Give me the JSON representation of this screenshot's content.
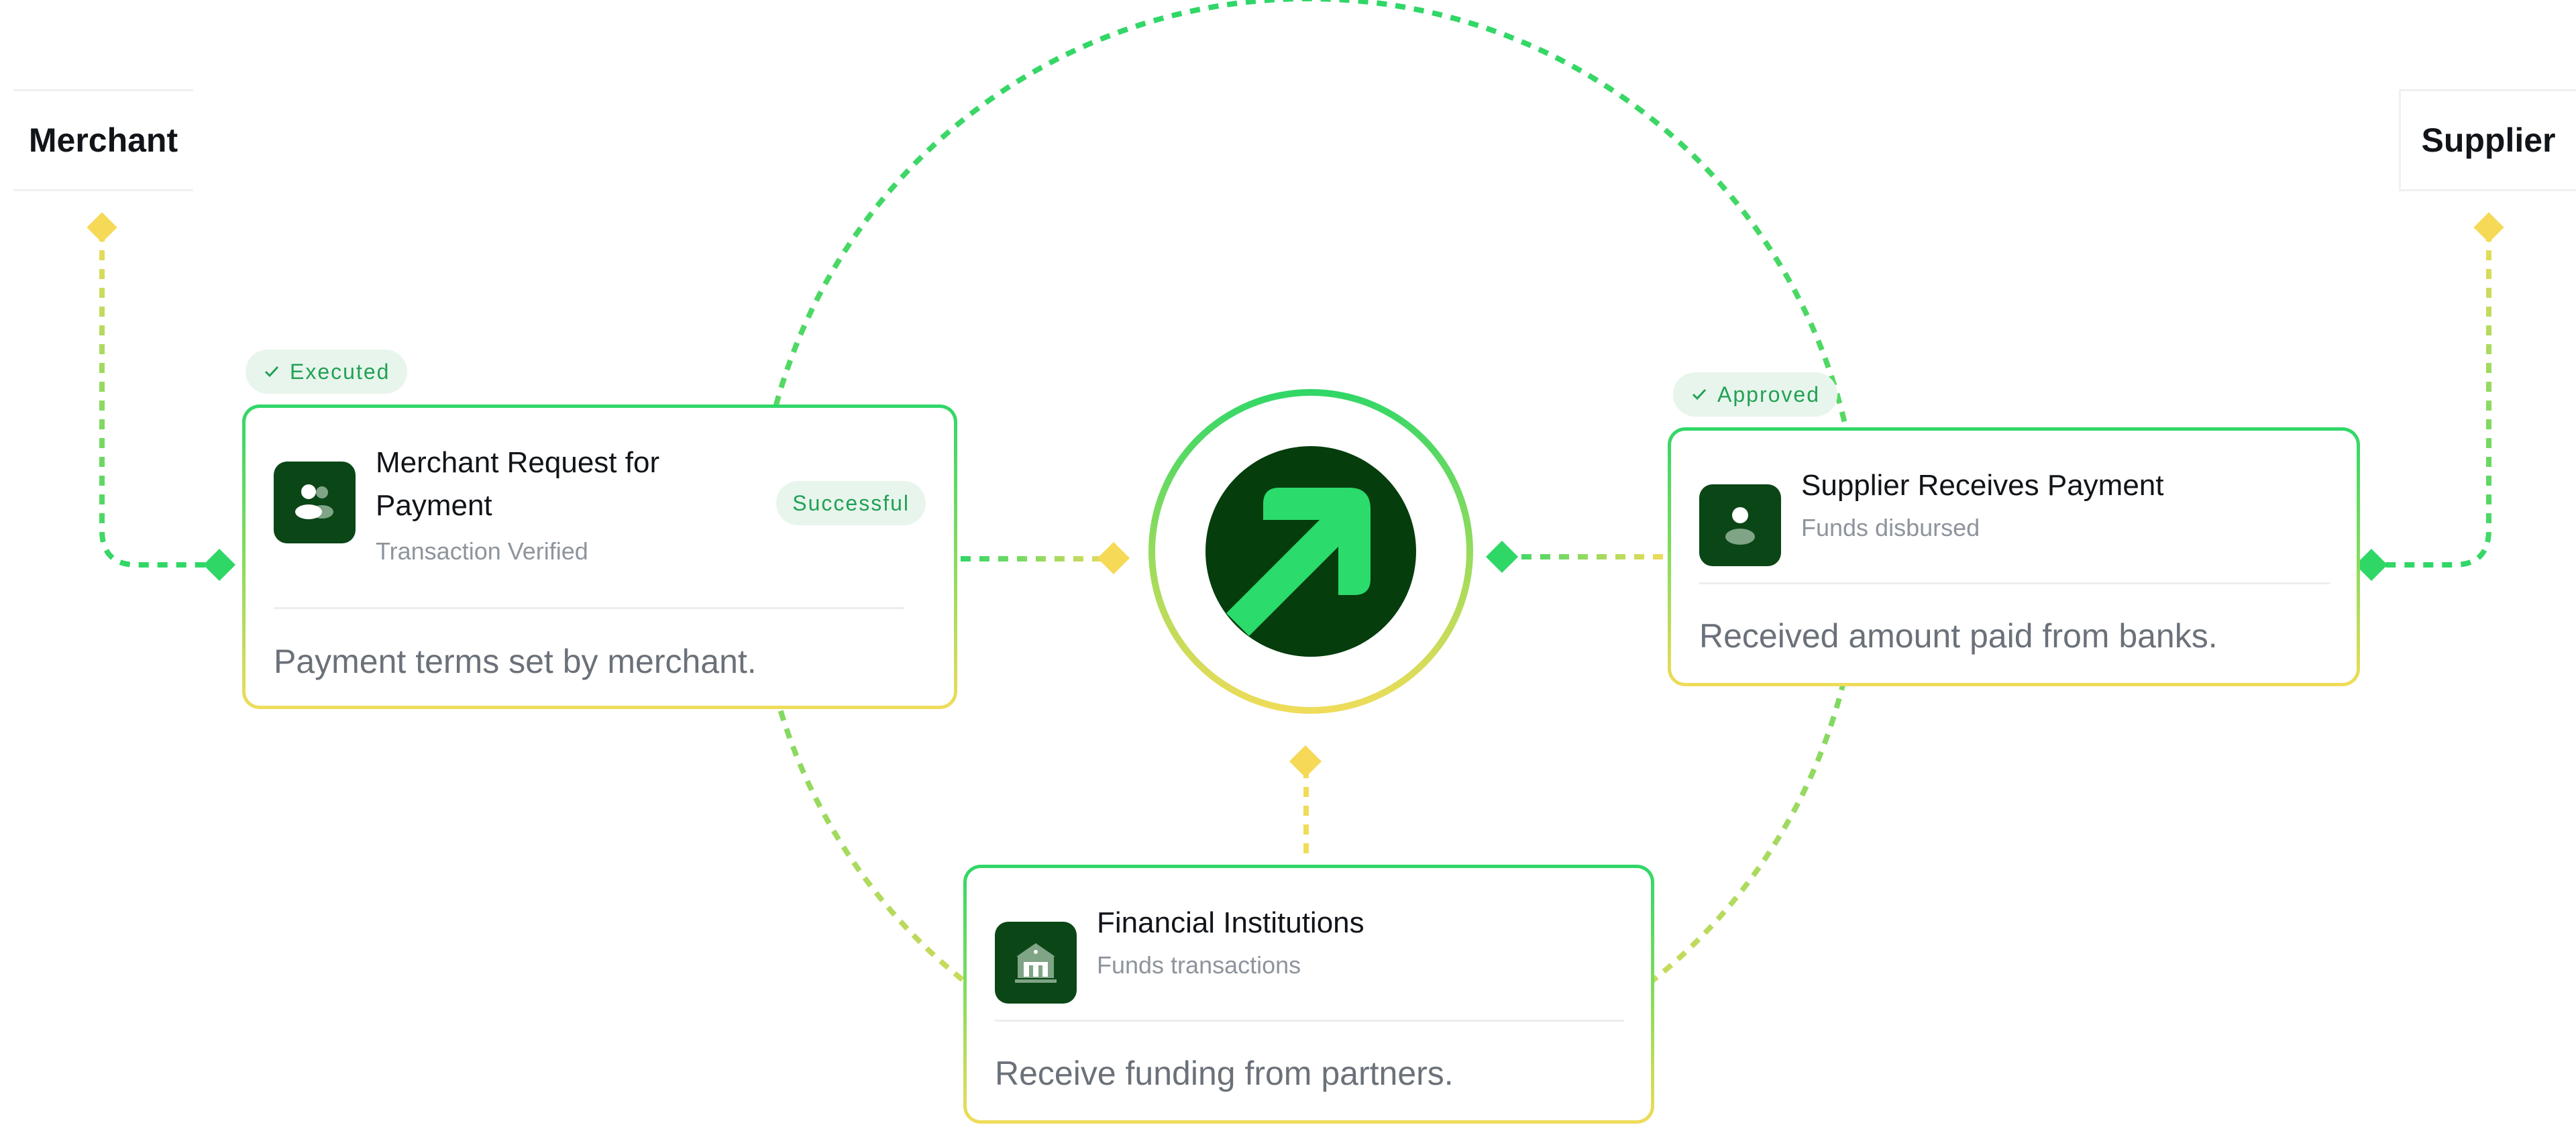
{
  "parties": {
    "merchant": "Merchant",
    "supplier": "Supplier"
  },
  "status_pills": {
    "executed": "Executed",
    "approved": "Approved"
  },
  "cards": {
    "merchant_request": {
      "title": "Merchant Request for Payment",
      "subtitle": "Transaction Verified",
      "badge": "Successful",
      "body": "Payment terms set by merchant.",
      "icon": "users-icon"
    },
    "supplier_receives": {
      "title": "Supplier Receives Payment",
      "subtitle": "Funds disbursed",
      "body": "Received amount paid from banks.",
      "icon": "user-icon"
    },
    "financial_institutions": {
      "title": "Financial Institutions",
      "subtitle": "Funds transactions",
      "body": "Receive funding from partners.",
      "icon": "bank-icon"
    }
  },
  "hub": {
    "icon": "arrow-up-right-icon"
  },
  "colors": {
    "green": "#2fd767",
    "yellow": "#f0dc5a",
    "dark_green": "#053d0d",
    "icon_bg": "#0b4617",
    "badge_bg": "#e8f5ec",
    "badge_text": "#22a155"
  }
}
